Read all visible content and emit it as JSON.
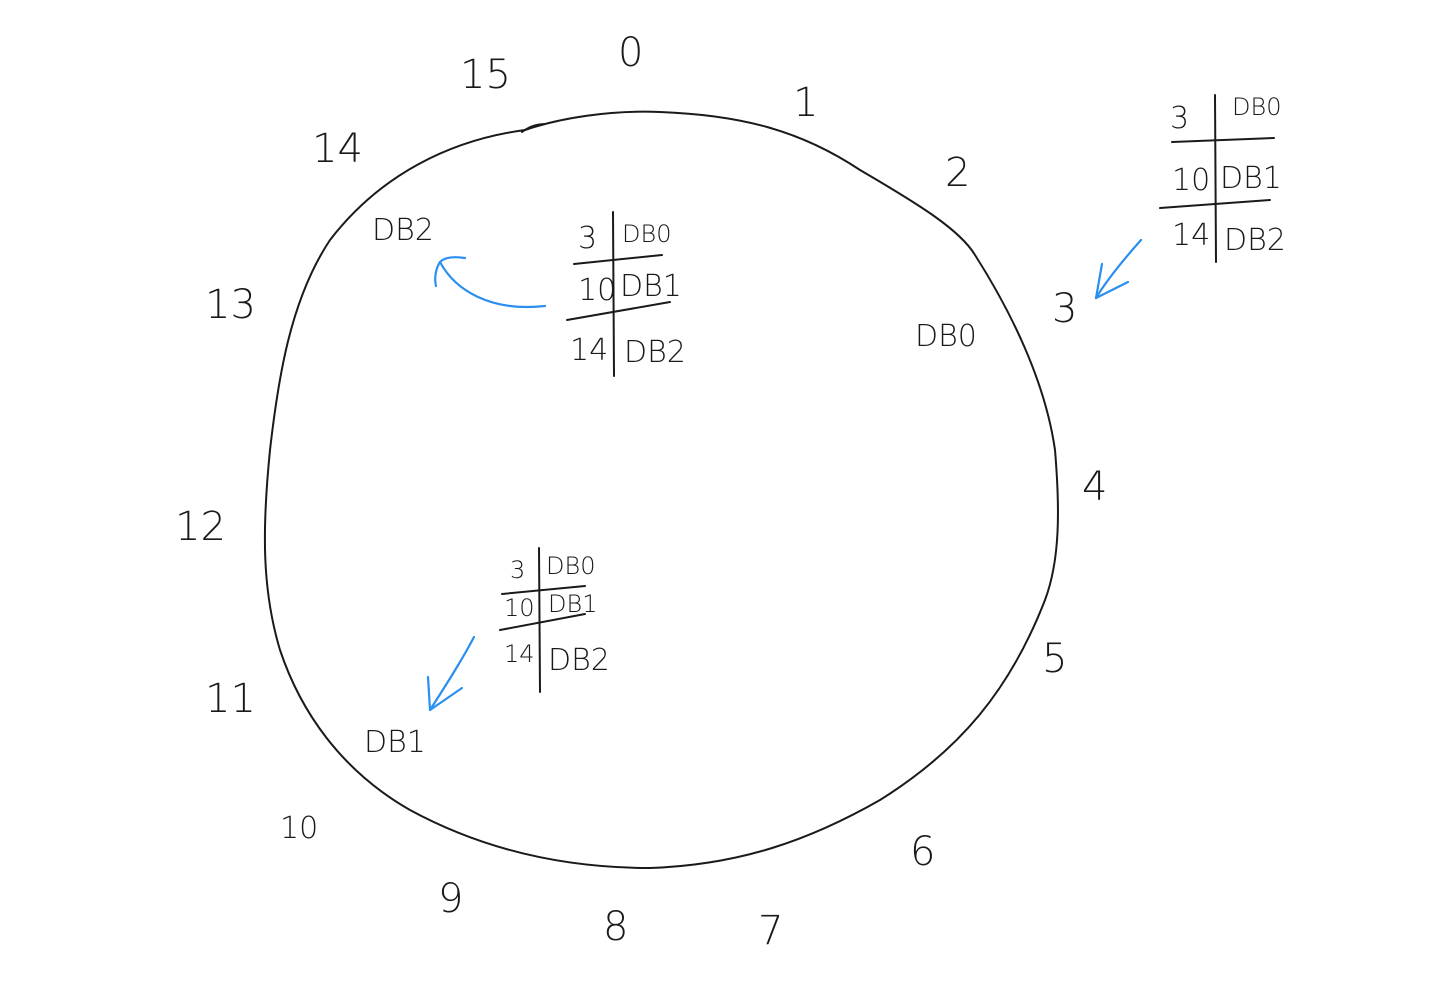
{
  "ring": {
    "positions": [
      "0",
      "1",
      "2",
      "3",
      "4",
      "5",
      "6",
      "7",
      "8",
      "9",
      "10",
      "11",
      "12",
      "13",
      "14",
      "15"
    ]
  },
  "nodes": [
    {
      "name": "DB0",
      "position": "3"
    },
    {
      "name": "DB1",
      "position": "10"
    },
    {
      "name": "DB2",
      "position": "14"
    }
  ],
  "routing_table": {
    "rows": [
      {
        "key": "3",
        "node": "DB0"
      },
      {
        "key": "10",
        "node": "DB1"
      },
      {
        "key": "14",
        "node": "DB2"
      }
    ]
  },
  "colors": {
    "ink": "#1a1a1a",
    "arrow": "#2b8ff0",
    "background": "#ffffff"
  }
}
